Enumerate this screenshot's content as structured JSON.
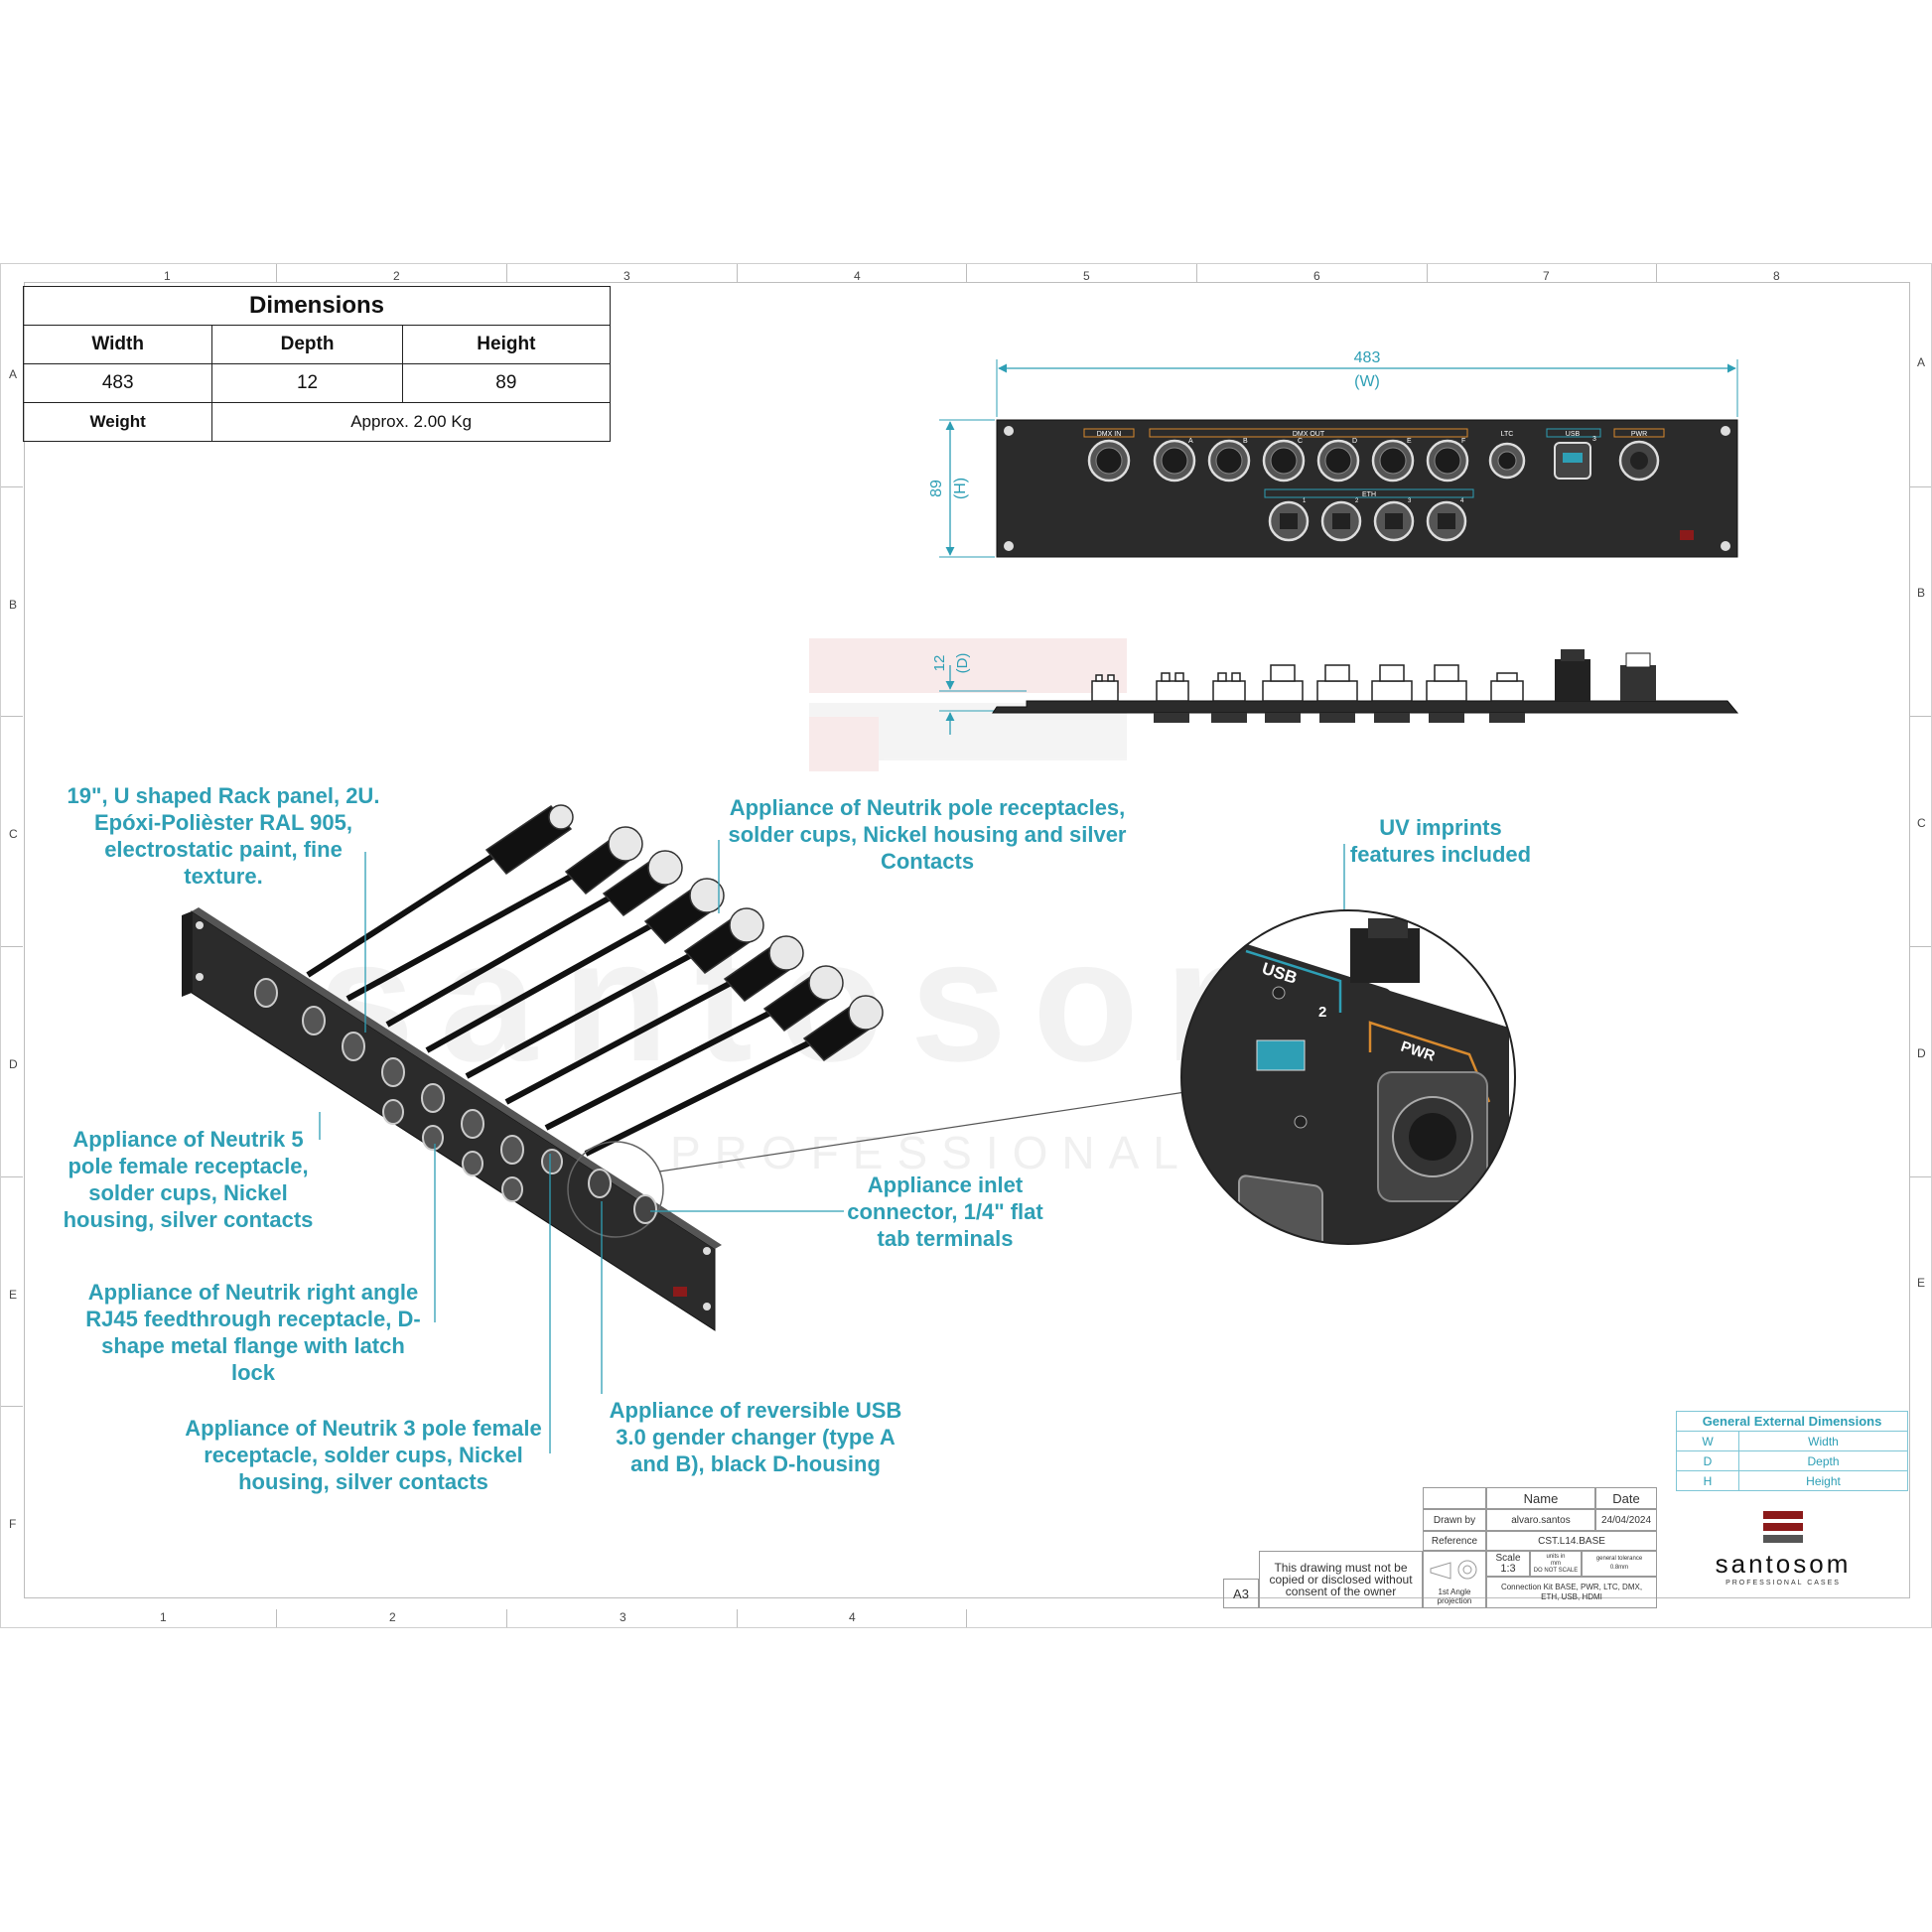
{
  "grid": {
    "columns_top": [
      "1",
      "2",
      "3",
      "4",
      "5",
      "6",
      "7",
      "8"
    ],
    "columns_bottom": [
      "1",
      "2",
      "3",
      "4"
    ],
    "rows_left": [
      "A",
      "B",
      "C",
      "D",
      "E",
      "F"
    ],
    "rows_right": [
      "A",
      "B",
      "C",
      "D",
      "E"
    ]
  },
  "dimensions_table": {
    "title": "Dimensions",
    "headers": [
      "Width",
      "Depth",
      "Height"
    ],
    "values": [
      "483",
      "12",
      "89"
    ],
    "weight_label": "Weight",
    "weight_value": "Approx. 2.00 Kg"
  },
  "front_view": {
    "width_value": "483",
    "width_letter": "(W)",
    "height_value": "89",
    "height_letter": "(H)",
    "labels": {
      "dmx_in": "DMX IN",
      "dmx_out": "DMX OUT",
      "ltc": "LTC",
      "usb": "USB",
      "pwr": "PWR",
      "eth": "ETH",
      "out_letters": [
        "A",
        "B",
        "C",
        "D",
        "E",
        "F"
      ],
      "eth_numbers": [
        "1",
        "2",
        "3",
        "4"
      ],
      "usb_number": "3"
    }
  },
  "side_view": {
    "depth_value": "12",
    "depth_letter": "(D)"
  },
  "watermark": {
    "brand": "santosom",
    "tagline": "PROFESSIONAL CASES"
  },
  "detail_view": {
    "usb_label": "USB",
    "usb_number": "2",
    "pwr_label": "PWR"
  },
  "callouts": {
    "rack_panel": "19\", U shaped Rack panel, 2U.\nEpóxi-Polièster RAL 905,\nelectrostatic paint, fine\ntexture.",
    "neutrik_pole": "Appliance of Neutrik pole receptacles,\nsolder  cups, Nickel housing and silver\nContacts",
    "uv_imprints": "UV imprints\nfeatures included",
    "neutrik_5pole": "Appliance of Neutrik 5\npole female receptacle,\nsolder cups, Nickel\nhousing, silver contacts",
    "inlet": "Appliance inlet\nconnector, 1/4\" flat\ntab terminals",
    "rj45": "Appliance of Neutrik right angle\nRJ45 feedthrough receptacle, D-\nshape metal flange with latch\nlock",
    "usb": "Appliance of reversible USB\n3.0 gender changer (type A\nand B), black D-housing",
    "neutrik_3pole": "Appliance of Neutrik 3 pole female\nreceptacle, solder cups, Nickel\nhousing, silver contacts"
  },
  "general_dims": {
    "title": "General External Dimensions",
    "rows": [
      [
        "W",
        "Width"
      ],
      [
        "D",
        "Depth"
      ],
      [
        "H",
        "Height"
      ]
    ]
  },
  "title_block": {
    "sheet_size": "A3",
    "copyright": "This  drawing must not be\ncopied or disclosed without\nconsent of the owner",
    "projection": "1st Angle\nprojection",
    "name_header": "Name",
    "date_header": "Date",
    "drawn_by_label": "Drawn by",
    "drawn_by_value": "alvaro.santos",
    "date_value": "24/04/2024",
    "reference_label": "Reference",
    "reference_value": "CST.L14.BASE",
    "scale_label": "Scale",
    "scale_value": "1:3",
    "units_label": "units in\nmm",
    "do_not_scale": "DO NOT SCALE",
    "tolerance_label": "general tolerance",
    "tolerance_value": "0.8mm",
    "description": "Connection Kit BASE, PWR, LTC, DMX,\nETH, USB, HDMI",
    "logo_text": "santosom",
    "logo_sub": "PROFESSIONAL CASES"
  },
  "colors": {
    "accent": "#2e9fb5",
    "panel": "#2b2b2b",
    "brand_red": "#8b1a1a",
    "label_orange": "#d88a2e"
  }
}
